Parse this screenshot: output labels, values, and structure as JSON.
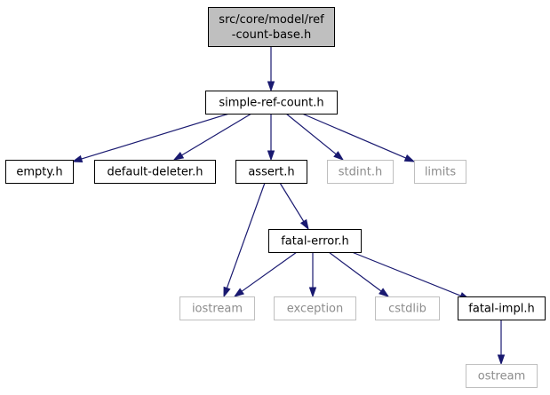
{
  "diagram": {
    "nodes": [
      {
        "id": "root",
        "lines": [
          "src/core/model/ref",
          "-count-base.h"
        ],
        "kind": "root"
      },
      {
        "id": "simple",
        "lines": [
          "simple-ref-count.h"
        ],
        "kind": "doc"
      },
      {
        "id": "empty",
        "lines": [
          "empty.h"
        ],
        "kind": "doc"
      },
      {
        "id": "deleter",
        "lines": [
          "default-deleter.h"
        ],
        "kind": "doc"
      },
      {
        "id": "assert",
        "lines": [
          "assert.h"
        ],
        "kind": "doc"
      },
      {
        "id": "stdint",
        "lines": [
          "stdint.h"
        ],
        "kind": "sys"
      },
      {
        "id": "limits",
        "lines": [
          "limits"
        ],
        "kind": "sys"
      },
      {
        "id": "fatalerror",
        "lines": [
          "fatal-error.h"
        ],
        "kind": "doc"
      },
      {
        "id": "iostream",
        "lines": [
          "iostream"
        ],
        "kind": "sys"
      },
      {
        "id": "exception",
        "lines": [
          "exception"
        ],
        "kind": "sys"
      },
      {
        "id": "cstdlib",
        "lines": [
          "cstdlib"
        ],
        "kind": "sys"
      },
      {
        "id": "fatalimpl",
        "lines": [
          "fatal-impl.h"
        ],
        "kind": "doc"
      },
      {
        "id": "ostream",
        "lines": [
          "ostream"
        ],
        "kind": "sys"
      }
    ],
    "edges": [
      {
        "from": "root",
        "to": "simple"
      },
      {
        "from": "simple",
        "to": "empty"
      },
      {
        "from": "simple",
        "to": "deleter"
      },
      {
        "from": "simple",
        "to": "assert"
      },
      {
        "from": "simple",
        "to": "stdint"
      },
      {
        "from": "simple",
        "to": "limits"
      },
      {
        "from": "assert",
        "to": "iostream"
      },
      {
        "from": "assert",
        "to": "fatalerror"
      },
      {
        "from": "fatalerror",
        "to": "iostream"
      },
      {
        "from": "fatalerror",
        "to": "exception"
      },
      {
        "from": "fatalerror",
        "to": "cstdlib"
      },
      {
        "from": "fatalerror",
        "to": "fatalimpl"
      },
      {
        "from": "fatalimpl",
        "to": "ostream"
      }
    ],
    "colors": {
      "edge": "#191970",
      "root_fill": "#bfbfbf",
      "system_border": "#bfbfbf",
      "system_text": "#8c8c8c"
    }
  }
}
